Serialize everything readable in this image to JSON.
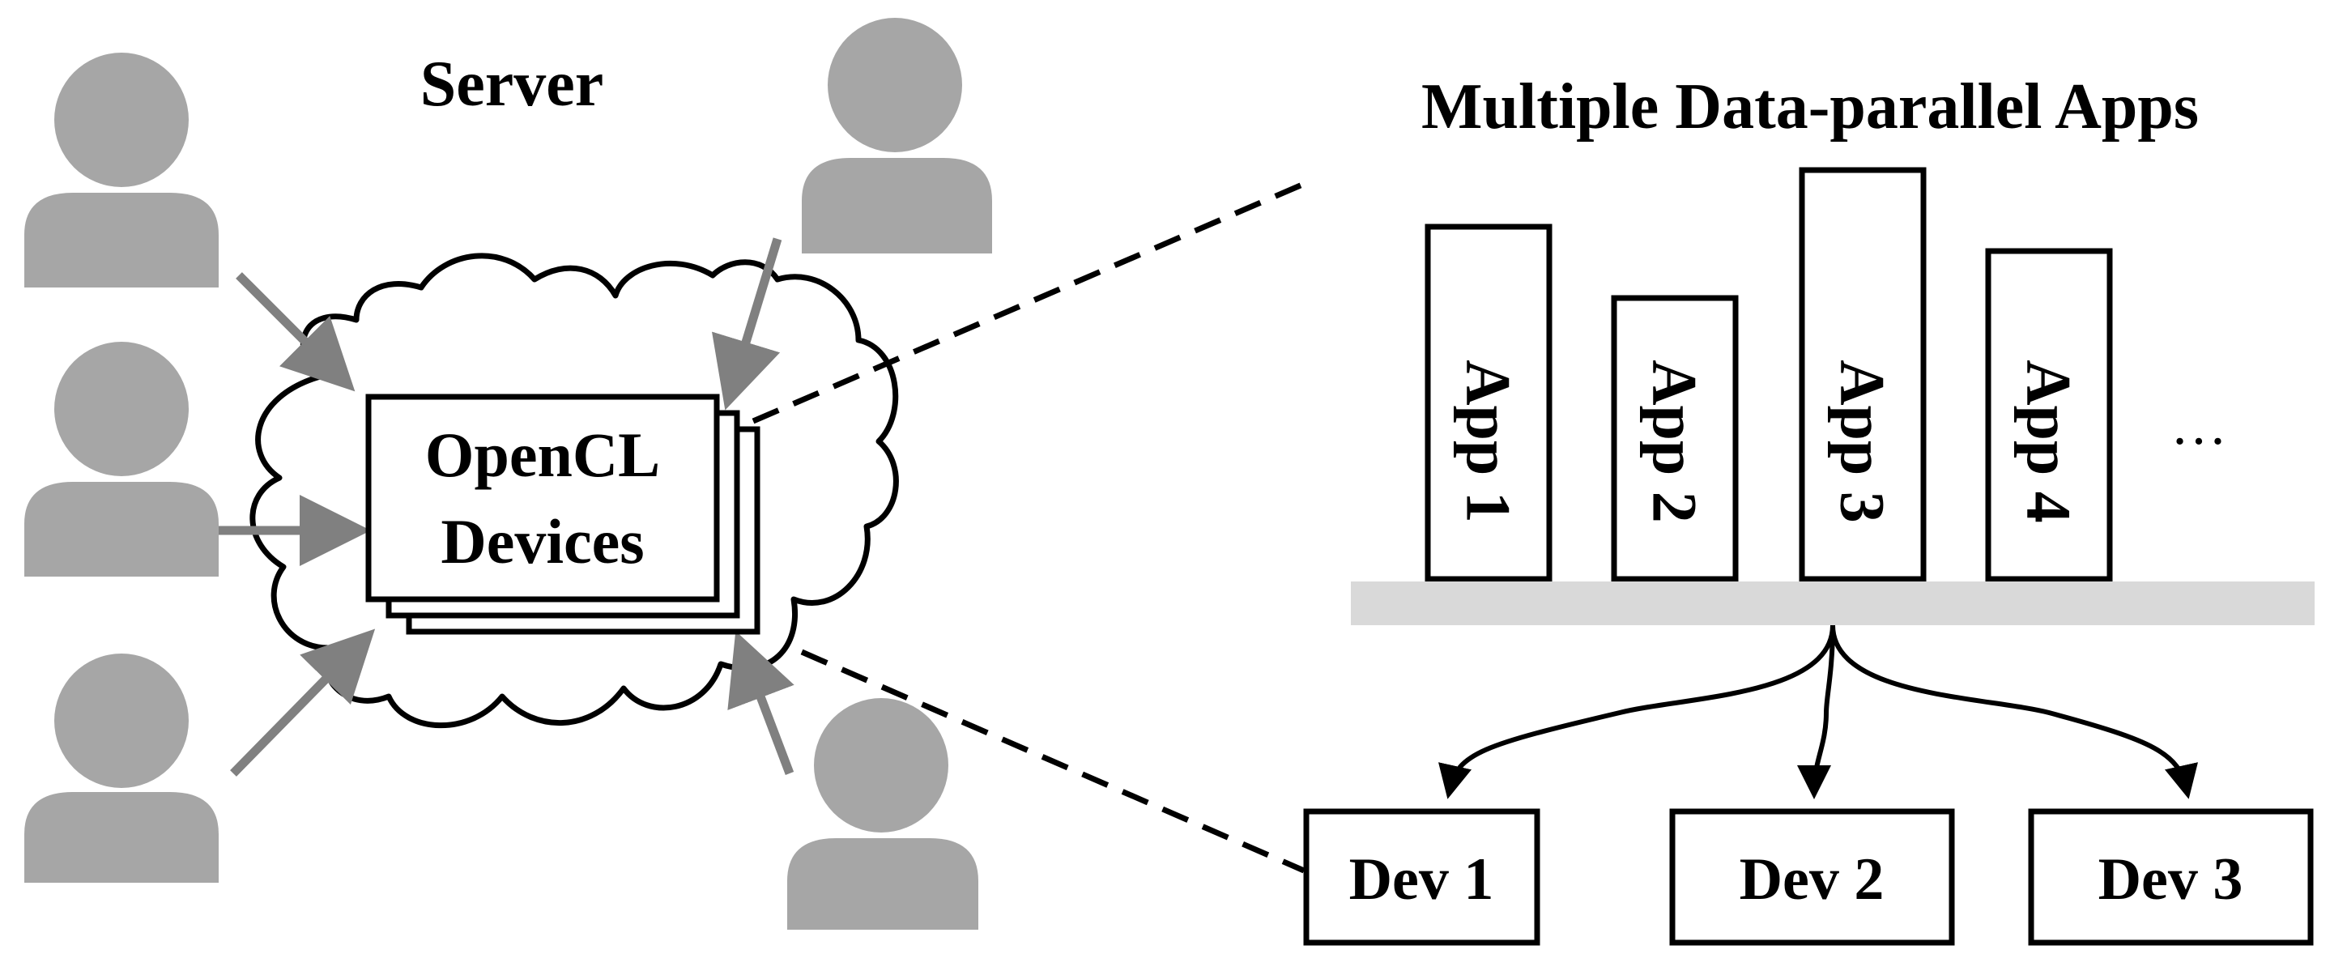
{
  "server_label": "Server",
  "opencl_box": {
    "line1": "OpenCL",
    "line2": "Devices"
  },
  "apps_title": "Multiple Data-parallel Apps",
  "apps": [
    {
      "label": "App 1"
    },
    {
      "label": "App 2"
    },
    {
      "label": "App 3"
    },
    {
      "label": "App 4"
    }
  ],
  "apps_ellipsis": "…",
  "devices": [
    {
      "label": "Dev 1"
    },
    {
      "label": "Dev 2"
    },
    {
      "label": "Dev 3"
    }
  ],
  "users": [
    {
      "icon": "user-icon"
    },
    {
      "icon": "user-icon"
    },
    {
      "icon": "user-icon"
    },
    {
      "icon": "user-icon"
    },
    {
      "icon": "user-icon"
    }
  ],
  "colors": {
    "user_gray": "#a6a6a6",
    "arrow_gray": "#808080",
    "platform_gray": "#d9d9d9",
    "stroke": "#000000"
  }
}
